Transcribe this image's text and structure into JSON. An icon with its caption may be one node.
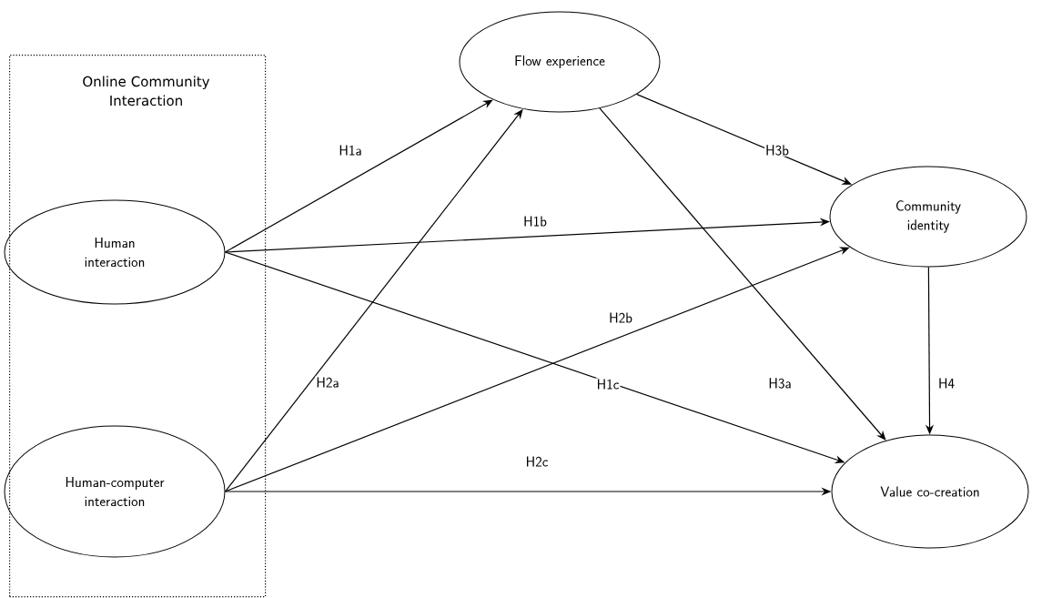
{
  "diagram": {
    "nodes": [
      {
        "text": [
          "Online Community Interaction"
        ]
      },
      {
        "text": [
          "Human interaction"
        ],
        "in": 0
      },
      {
        "text": [
          "Human-computer interaction"
        ],
        "in": 0
      },
      {
        "text": [
          "Flow experience"
        ]
      },
      {
        "text": [
          "Community identity"
        ]
      },
      {
        "text": [
          "Value co-creation"
        ]
      }
    ],
    "edges": [
      {
        "from": 1,
        "to": 3,
        "arrow": "to",
        "label": "H1a"
      },
      {
        "from": 1,
        "to": 4,
        "arrow": "to",
        "label": "H1b"
      },
      {
        "from": 1,
        "to": 5,
        "arrow": "to",
        "label": "H1c"
      },
      {
        "from": 2,
        "to": 3,
        "arrow": "to",
        "label": "H2a"
      },
      {
        "from": 2,
        "to": 4,
        "arrow": "to",
        "label": "H2b"
      },
      {
        "from": 2,
        "to": 5,
        "arrow": "to",
        "label": "H2c"
      },
      {
        "from": 3,
        "to": 5,
        "arrow": "to",
        "label": "H3a"
      },
      {
        "from": 3,
        "to": 4,
        "arrow": "to",
        "label": "H3b"
      },
      {
        "from": 4,
        "to": 5,
        "arrow": "to",
        "label": "H4"
      }
    ]
  }
}
